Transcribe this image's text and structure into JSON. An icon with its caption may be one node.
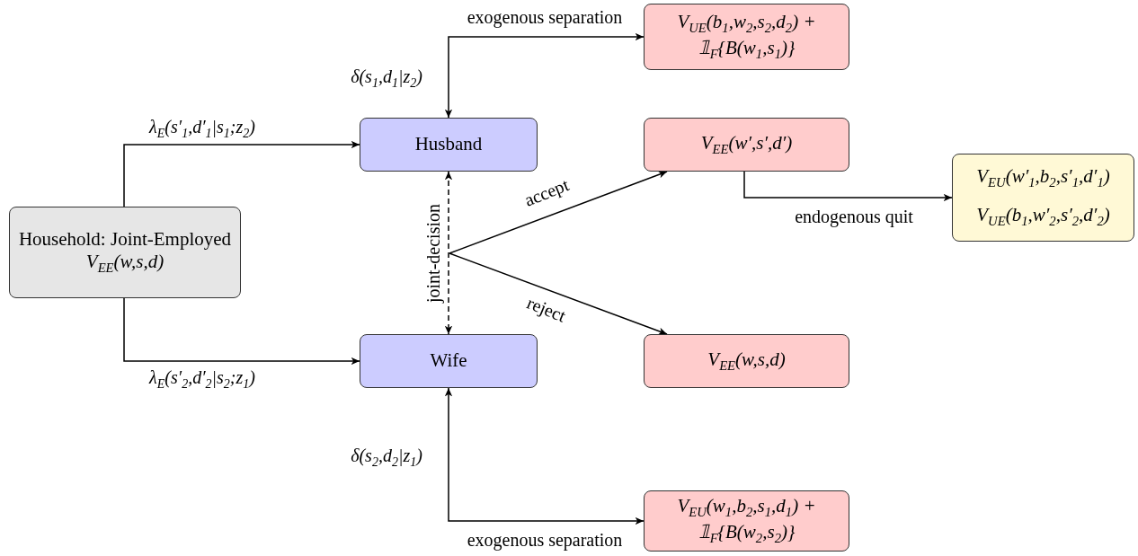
{
  "diagram": {
    "nodes": [
      {
        "text": [
          "Household: Joint-Employed",
          "V$_{EE}$(w,s,d)"
        ]
      },
      {
        "text": [
          "Husband"
        ]
      },
      {
        "text": [
          "Wife"
        ]
      },
      {
        "text": [
          "V$_{UE}$(b$_{1}$,w$_{2}$,s$_{2}$,d$_{2}$) + 𝟙$_{F}${B(w$_{1}$,s$_{1}$)}"
        ]
      },
      {
        "text": [
          "V$_{EE}$(w′,s′,d′)"
        ]
      },
      {
        "text": [
          "V$_{EU}$(w′$_{1}$,b$_{2}$,s′$_{1}$,d′$_{1}$)",
          "V$_{UE}$(b$_{1}$,w′$_{2}$,s′$_{2}$,d′$_{2}$)"
        ]
      },
      {
        "text": [
          "V$_{EE}$(w,s,d)"
        ]
      },
      {
        "text": [
          "V$_{EU}$(w$_{1}$,b$_{2}$,s$_{1}$,d$_{1}$) + 𝟙$_{F}${B(w$_{2}$,s$_{2}$)}"
        ]
      }
    ],
    "edges": [
      {
        "from": 0,
        "to": 1,
        "arrow": "to",
        "label": "λ$_{E}$(s′$_{1}$,d′$_{1}$|s$_{1}$;z$_{2}$)"
      },
      {
        "from": 0,
        "to": 2,
        "arrow": "to",
        "label": "λ$_{E}$(s′$_{2}$,d′$_{2}$|s$_{2}$;z$_{1}$)"
      },
      {
        "from": 1,
        "to": 2,
        "arrow": "both",
        "style": "dashed",
        "label": "joint-decision"
      },
      {
        "from": 1,
        "to": 3,
        "arrow": "both",
        "label": "exogenous separation"
      },
      {
        "from": null,
        "to": 4,
        "arrow": "to",
        "label": "accept"
      },
      {
        "from": null,
        "to": 6,
        "arrow": "to",
        "label": "reject"
      },
      {
        "from": 4,
        "to": 5,
        "arrow": "to",
        "label": "endogenous quit"
      },
      {
        "from": 2,
        "to": 7,
        "arrow": "both",
        "label": "exogenous separation"
      }
    ],
    "labels": [
      "δ(s$_{1}$,d$_{1}$|z$_{2}$)",
      "δ(s$_{2}$,d$_{2}$|z$_{1}$)"
    ]
  }
}
